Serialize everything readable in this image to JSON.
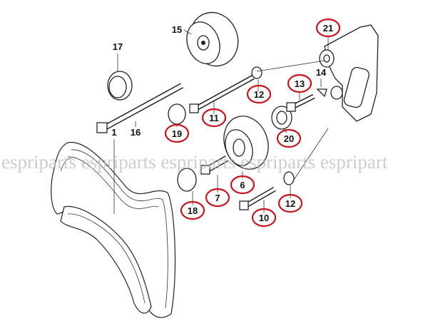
{
  "watermark": "espriparts espriparts espriparts espriparts espripart",
  "accent_color": "#c8141e",
  "parts": [
    {
      "id": "p15",
      "label": "15",
      "circled": false
    },
    {
      "id": "p17",
      "label": "17",
      "circled": false
    },
    {
      "id": "p21",
      "label": "21",
      "circled": true
    },
    {
      "id": "p14",
      "label": "14",
      "circled": false
    },
    {
      "id": "p13",
      "label": "13",
      "circled": true
    },
    {
      "id": "p12a",
      "label": "12",
      "circled": true
    },
    {
      "id": "p11",
      "label": "11",
      "circled": true
    },
    {
      "id": "p1",
      "label": "1",
      "circled": false
    },
    {
      "id": "p16",
      "label": "16",
      "circled": false
    },
    {
      "id": "p19",
      "label": "19",
      "circled": true
    },
    {
      "id": "p20",
      "label": "20",
      "circled": true
    },
    {
      "id": "p6",
      "label": "6",
      "circled": true
    },
    {
      "id": "p7",
      "label": "7",
      "circled": true
    },
    {
      "id": "p18",
      "label": "18",
      "circled": true
    },
    {
      "id": "p10",
      "label": "10",
      "circled": true
    },
    {
      "id": "p12b",
      "label": "12",
      "circled": true
    }
  ]
}
